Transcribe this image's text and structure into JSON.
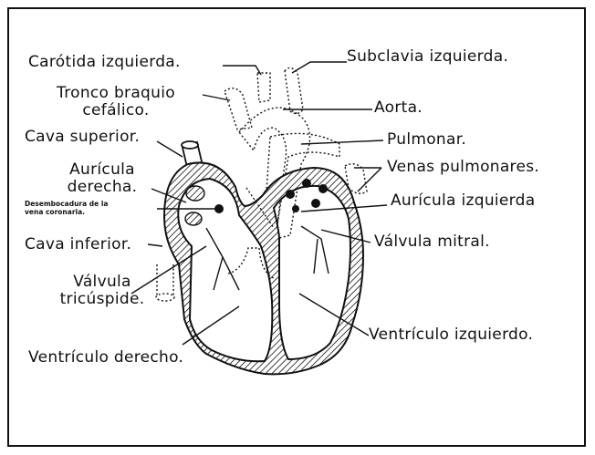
{
  "labels": {
    "carotida": "Carótida  izquierda.",
    "subclavia": "Subclavia  izquierda.",
    "tronco": [
      "Tronco braquio",
      "cefálico."
    ],
    "aorta": "Aorta.",
    "cava_superior": "Cava superior.",
    "pulmonar": "Pulmonar.",
    "venas_pulmonares": "Venas pulmonares.",
    "auricula_derecha": [
      "Aurícula",
      "derecha."
    ],
    "desembocadura": [
      "Desembocadura de la",
      "vena coronaria."
    ],
    "auricula_izquierda": "Aurícula  izquierda",
    "cava_inferior": "Cava inferior.",
    "valvula_mitral": "Válvula  mitral.",
    "valvula_tricuspide": [
      "Válvula",
      "tricúspide."
    ],
    "ventriculo_izquierdo": "Ventrículo  izquierdo.",
    "ventriculo_derecho": "Ventrículo  derecho."
  }
}
